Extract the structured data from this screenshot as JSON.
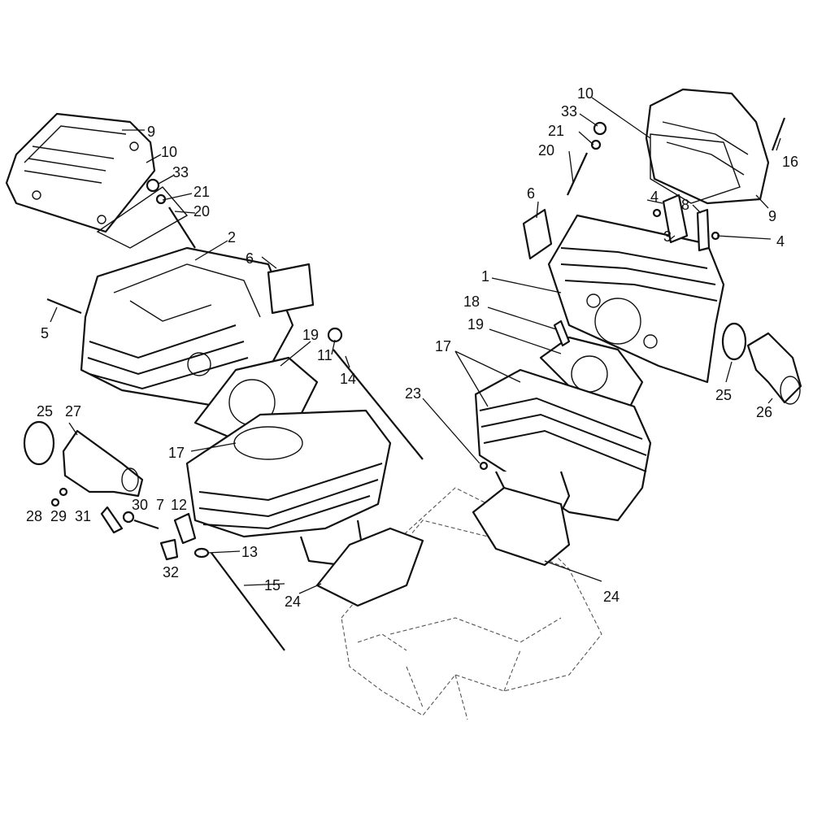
{
  "callouts": [
    {
      "text": "9"
    },
    {
      "text": "10"
    },
    {
      "text": "33"
    },
    {
      "text": "21"
    },
    {
      "text": "20"
    },
    {
      "text": "2"
    },
    {
      "text": "6"
    },
    {
      "text": "5"
    },
    {
      "text": "19"
    },
    {
      "text": "11"
    },
    {
      "text": "14"
    },
    {
      "text": "25"
    },
    {
      "text": "27"
    },
    {
      "text": "17"
    },
    {
      "text": "28"
    },
    {
      "text": "29"
    },
    {
      "text": "31"
    },
    {
      "text": "30"
    },
    {
      "text": "7"
    },
    {
      "text": "12"
    },
    {
      "text": "13"
    },
    {
      "text": "32"
    },
    {
      "text": "15"
    },
    {
      "text": "24"
    },
    {
      "text": "23"
    },
    {
      "text": "10"
    },
    {
      "text": "33"
    },
    {
      "text": "21"
    },
    {
      "text": "20"
    },
    {
      "text": "16"
    },
    {
      "text": "6"
    },
    {
      "text": "4"
    },
    {
      "text": "8"
    },
    {
      "text": "3"
    },
    {
      "text": "9"
    },
    {
      "text": "4"
    },
    {
      "text": "1"
    },
    {
      "text": "18"
    },
    {
      "text": "19"
    },
    {
      "text": "17"
    },
    {
      "text": "25"
    },
    {
      "text": "26"
    },
    {
      "text": "24"
    }
  ]
}
